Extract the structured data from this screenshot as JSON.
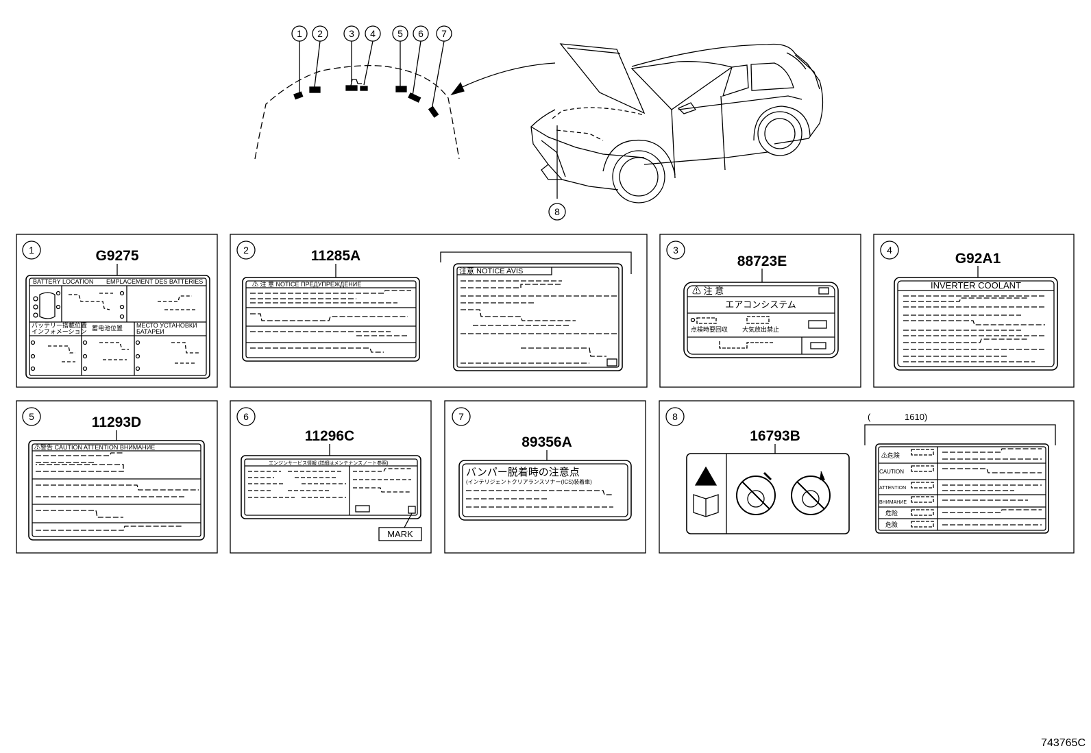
{
  "callouts": [
    "1",
    "2",
    "3",
    "4",
    "5",
    "6",
    "7",
    "8"
  ],
  "panels": [
    {
      "num": "1",
      "part": "G9275"
    },
    {
      "num": "2",
      "part": "11285A"
    },
    {
      "num": "3",
      "part": "88723E"
    },
    {
      "num": "4",
      "part": "G92A1"
    },
    {
      "num": "5",
      "part": "11293D"
    },
    {
      "num": "6",
      "part": "11296C"
    },
    {
      "num": "7",
      "part": "89356A"
    },
    {
      "num": "8",
      "part": "16793B"
    }
  ],
  "label1": {
    "header_left": "BATTERY LOCATION",
    "header_right": "EMPLACEMENT DES BATTERIES",
    "jp1": "バッテリー搭載位置",
    "jp2": "インフォメーション",
    "cn": "蓄电池位置",
    "ru1": "МЕСТО УСТАНОВКИ",
    "ru2": "БАТАРЕИ"
  },
  "label2": {
    "header": "⚠ 注 意  NOTICE  ПРЕДУПРЕЖДЕНИЕ",
    "alt_header": "注意  NOTICE  AVIS"
  },
  "label3": {
    "header": "⚠ 注 意",
    "title": "エアコンシステム",
    "sub1": "点検時要回収",
    "sub2": "大気放出禁止"
  },
  "label4": {
    "header": "INVERTER COOLANT"
  },
  "label5": {
    "header": "⚠警告  CAUTION  ATTENTION  ВНИМАНИЕ"
  },
  "label6": {
    "header": "エンジンサービス情報  (詳細はメンテナンスノート参照)",
    "mark": "MARK"
  },
  "label7": {
    "title": "バンパー脱着時の注意点",
    "sub": "(インテリジェントクリアランスソナー(ICS)装着車)"
  },
  "label8": {
    "note_open": "(",
    "note_num": "1610)",
    "rows": [
      "⚠危険",
      "CAUTION",
      "ATTENTION",
      "ВНИМАНИЕ",
      "危险",
      "危險"
    ]
  },
  "ref_code": "743765C"
}
